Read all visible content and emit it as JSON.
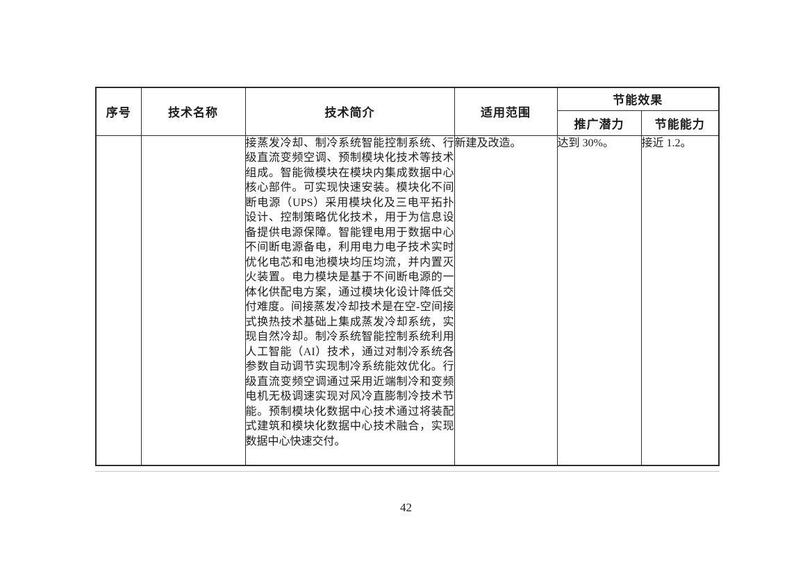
{
  "colors": {
    "background": "#ffffff",
    "text": "#1c1c1c",
    "table_border": "#2d2d2d",
    "shadow_line": "#c9c9c9"
  },
  "table": {
    "header": {
      "seq": "序号",
      "tech_name": "技术名称",
      "tech_intro": "技术简介",
      "scope": "适用范围",
      "effect": "节能效果",
      "promotion": "推广潜力",
      "saving": "节能能力"
    },
    "row": {
      "seq": "",
      "tech_name": "",
      "tech_intro": "接蒸发冷却、制冷系统智能控制系统、行级直流变频空调、预制模块化技术等技术组成。智能微模块在模块内集成数据中心核心部件。可实现快速安装。模块化不间断电源（UPS）采用模块化及三电平拓扑设计、控制策略优化技术，用于为信息设备提供电源保障。智能锂电用于数据中心不间断电源备电，利用电力电子技术实时优化电芯和电池模块均压均流，并内置灭火装置。电力模块是基于不间断电源的一体化供配电方案，通过模块化设计降低交付难度。间接蒸发冷却技术是在空-空间接式换热技术基础上集成蒸发冷却系统，实现自然冷却。制冷系统智能控制系统利用人工智能（AI）技术，通过对制冷系统各参数自动调节实现制冷系统能效优化。行级直流变频空调通过采用近端制冷和变频电机无极调速实现对风冷直膨制冷技术节能。预制模块化数据中心技术通过将装配式建筑和模块化数据中心技术融合，实现数据中心快速交付。",
      "scope": "新建及改造。",
      "promotion": "达到 30%。",
      "saving": "接近 1.2。"
    }
  },
  "footer": {
    "page_number": "42"
  }
}
